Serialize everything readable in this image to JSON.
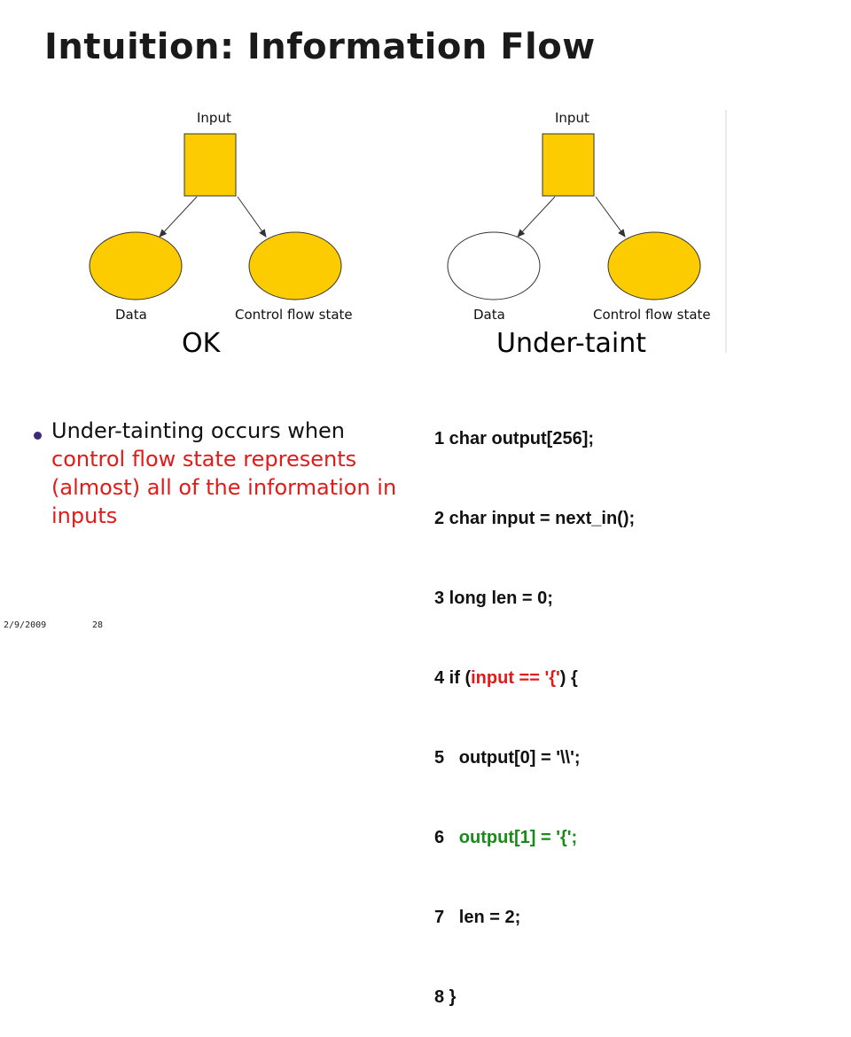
{
  "slide": {
    "title": "Intuition: Information Flow"
  },
  "diagram_left": {
    "input_label": "Input",
    "data_label": "Data",
    "control_label": "Control flow state",
    "caption": "OK",
    "data_fill": "#fccc00",
    "control_fill": "#fccc00"
  },
  "diagram_right": {
    "input_label": "Input",
    "data_label": "Data",
    "control_label": "Control flow state",
    "caption": "Under-taint",
    "data_fill": "#ffffff",
    "control_fill": "#fccc00"
  },
  "colors": {
    "input_fill": "#fccc00",
    "highlight_red": "#e21a1a",
    "highlight_green": "#1a8a1a",
    "bullet": "#3d2a7a"
  },
  "bullet": {
    "text_plain": "Under-tainting occurs when ",
    "text_red": "control flow state represents (almost) all of the information in inputs"
  },
  "code": {
    "lines": [
      {
        "prefix": "1 char output[256];",
        "hl": "",
        "suffix": ""
      },
      {
        "prefix": "2 char input = next_in();",
        "hl": "",
        "suffix": ""
      },
      {
        "prefix": "3 long len = 0;",
        "hl": "",
        "suffix": ""
      },
      {
        "prefix": "4 if (",
        "hl": "input == '{'",
        "suffix": ") {"
      },
      {
        "prefix": "5   output[0] = '\\\\';",
        "hl": "",
        "suffix": ""
      },
      {
        "prefix": "6   ",
        "hl": "output[1] = '{';",
        "suffix": ""
      },
      {
        "prefix": "7   len = 2;",
        "hl": "",
        "suffix": ""
      },
      {
        "prefix": "8 }",
        "hl": "",
        "suffix": ""
      }
    ]
  },
  "footer": {
    "date": "2/9/2009",
    "page": "28"
  }
}
